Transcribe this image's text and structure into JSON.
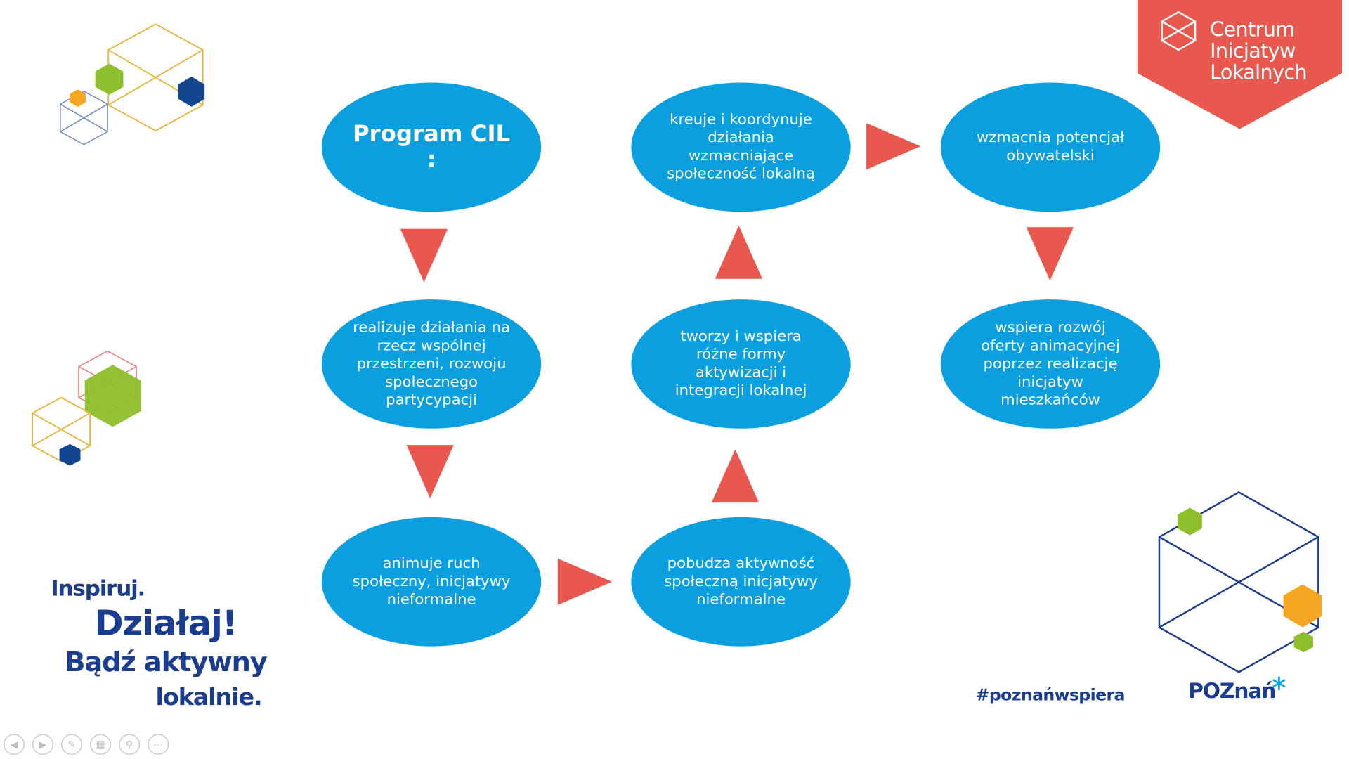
{
  "colors": {
    "node": "#0b9fe0",
    "arrow": "#e9584e",
    "brand_blue": "#1b3d8f",
    "badge": "#e9584e",
    "green": "#8dc02a",
    "orange": "#f5a623",
    "gold_outline": "#e8b53a",
    "navy": "#12458f"
  },
  "diagram": {
    "nodes": [
      {
        "id": "program-cil",
        "text": "Program CIL :"
      },
      {
        "id": "realizuje",
        "text": "realizuje działania na\nrzecz wspólnej\nprzestrzeni, rozwoju\nspołecznego\npartycypacji"
      },
      {
        "id": "animuje",
        "text": "animuje ruch\nspołeczny, inicjatywy\nnieformalne"
      },
      {
        "id": "pobudza",
        "text": "pobudza aktywność\nspołeczną inicjatywy\nnieformalne"
      },
      {
        "id": "tworzy",
        "text": "tworzy i wspiera\nróżne formy\naktywizacji i\nintegracji lokalnej"
      },
      {
        "id": "kreuje",
        "text": "kreuje i koordynuje\ndziałania\nwzmacniające\nspołeczność lokalną"
      },
      {
        "id": "wzmacnia",
        "text": "wzmacnia potencjał\nobywatelski"
      },
      {
        "id": "wspiera",
        "text": "wspiera rozwój\noferty animacyjnej\npoprzez realizację\ninicjatyw\nmieszkańców"
      }
    ],
    "edges": [
      {
        "from": "program-cil",
        "to": "realizuje"
      },
      {
        "from": "realizuje",
        "to": "animuje"
      },
      {
        "from": "animuje",
        "to": "pobudza"
      },
      {
        "from": "pobudza",
        "to": "tworzy"
      },
      {
        "from": "tworzy",
        "to": "kreuje"
      },
      {
        "from": "kreuje",
        "to": "wzmacnia"
      },
      {
        "from": "wzmacnia",
        "to": "wspiera"
      }
    ]
  },
  "badge": {
    "line1": "Centrum",
    "line2": "Inicjatyw",
    "line3": "Lokalnych",
    "icon": "cube-outline-icon"
  },
  "slogan": {
    "line1": "Inspiruj.",
    "line2": "Działaj!",
    "line3": "Bądź aktywny",
    "line4": "lokalnie."
  },
  "hashtag": "#poznańwspiera",
  "city_logo": {
    "text": "POZnań",
    "icon": "asterisk-icon"
  },
  "toolbar": {
    "icons": [
      "previous-slide-icon",
      "next-slide-icon",
      "pen-icon",
      "slides-grid-icon",
      "zoom-icon",
      "more-options-icon"
    ]
  }
}
